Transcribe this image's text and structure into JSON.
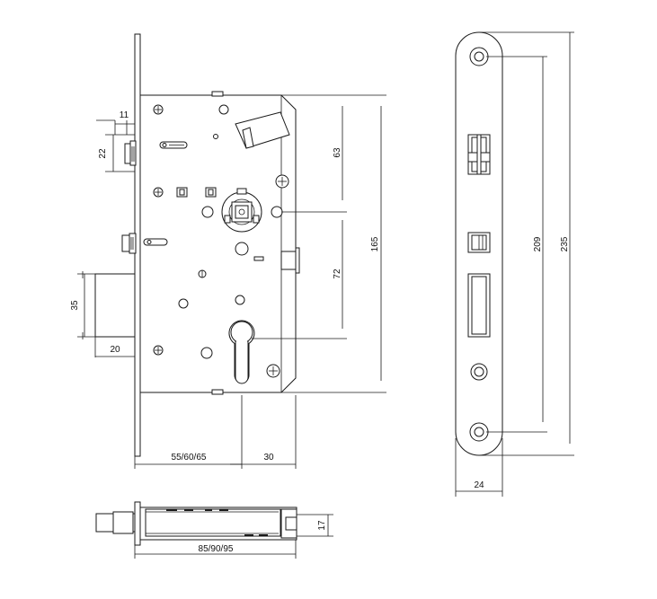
{
  "dimensions": {
    "front_faceplate_offset": "11",
    "front_latch_height": "22",
    "deadbolt_height": "35",
    "deadbolt_throw": "20",
    "backset": "55/60/65",
    "pz_distance": "30",
    "top_to_follower": "63",
    "follower_to_cylinder": "72",
    "case_height": "165",
    "faceplate_screw_distance": "209",
    "faceplate_length": "235",
    "faceplate_width": "24",
    "case_thickness": "17",
    "case_depth": "85/90/95"
  }
}
